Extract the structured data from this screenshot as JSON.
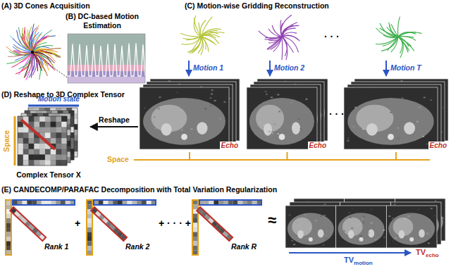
{
  "diagram": {
    "nodes": [
      {
        "text": [
          "Echo"
        ]
      },
      {
        "text": [
          "Echo"
        ]
      },
      {
        "text": [
          "Echo"
        ]
      },
      {
        "text": [
          "Complex Tensor X"
        ]
      }
    ],
    "edges": [
      {
        "from": 0,
        "to": 3,
        "label": "Reshape",
        "arrow": "to"
      }
    ],
    "labels": [
      "(A) 3D Cones Acquisition",
      "(B) DC-based Motion Estimation",
      "(C) Motion-wise Gridding Reconstruction",
      "Motion 1",
      "Motion 2",
      "Motion T",
      "(D) Reshape to 3D Complex Tensor",
      "Motion state",
      "Space",
      "Space",
      "(E) CANDECOMP/PARAFAC Decomposition with Total Variation Regularization",
      "Rank 1",
      "+",
      "Rank 2",
      "+ · · · +",
      "Rank R",
      "≈",
      "TV",
      "motion",
      "TV",
      "echo",
      "· · ·",
      "· · ·"
    ]
  }
}
